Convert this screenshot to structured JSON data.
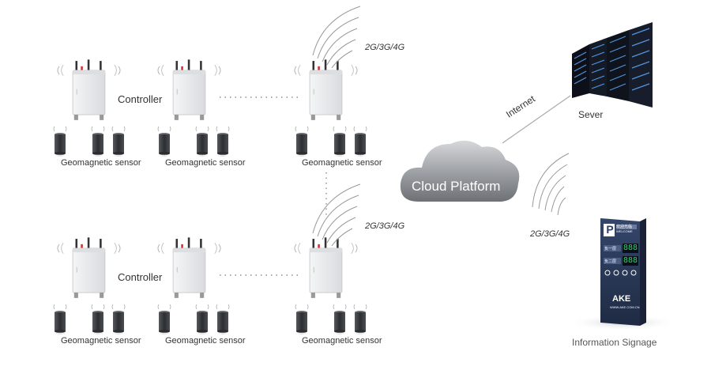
{
  "labels": {
    "controller": "Controller",
    "geomagnetic_sensor": "Geomagnetic sensor",
    "network": "2G/3G/4G",
    "cloud": "Cloud Platform",
    "internet": "Internet",
    "server": "Sever",
    "signage": "Information Signage"
  },
  "signage": {
    "brand": "AKE",
    "website": "WWW.AKE.COM.CN",
    "parking_letter": "P",
    "welcome": "欢迎光临",
    "welcome_en": "WELCOME",
    "row1_label": "负一层",
    "row2_label": "负二层",
    "row1_value": "888",
    "row2_value": "888"
  },
  "colors": {
    "device_body": "#e9eaec",
    "sensor_body": "#3c3f44",
    "cloud": "#8a8d92",
    "signage_panel": "#2e3e5c",
    "signage_digits": "#23d36a"
  }
}
